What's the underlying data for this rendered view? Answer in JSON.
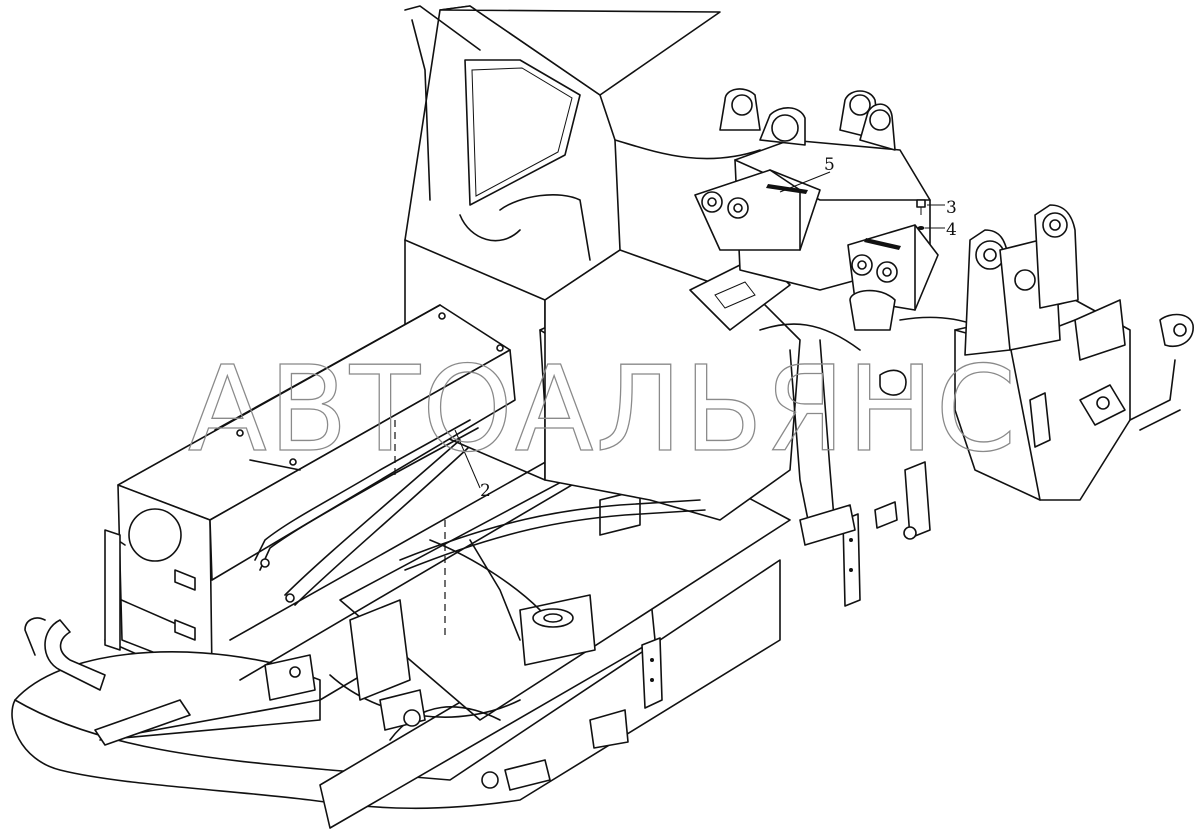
{
  "watermark": {
    "text": "АВТОАЛЬЯНС"
  },
  "callouts": [
    {
      "id": "callout-2",
      "label": "2"
    },
    {
      "id": "callout-3",
      "label": "3"
    },
    {
      "id": "callout-4",
      "label": "4"
    },
    {
      "id": "callout-5",
      "label": "5"
    }
  ],
  "colors": {
    "line": "#111111",
    "background": "#ffffff",
    "watermark": "#8a8a8a"
  }
}
